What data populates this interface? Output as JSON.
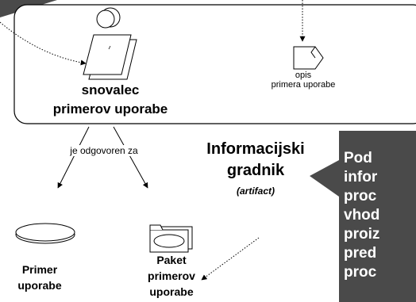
{
  "roles": {
    "use_case_designer": {
      "line1": "snovalec",
      "line2": "primerov uporabe"
    }
  },
  "artifacts": {
    "use_case_description": {
      "line1": "opis",
      "line2": "primera uporabe"
    },
    "use_case": {
      "line1": "Primer",
      "line2": "uporabe"
    },
    "use_case_package": {
      "line1": "Paket",
      "line2": "primerov",
      "line3": "uporabe"
    }
  },
  "relation": {
    "label": "je odgovoren za"
  },
  "legend": {
    "title_line1": "Informacijski",
    "title_line2": "gradnik",
    "subtitle": "(artifact)"
  },
  "callout": {
    "lines": [
      "Pod",
      "infor",
      "proc",
      "vhod",
      "proiz",
      "pred",
      "proc"
    ]
  },
  "colors": {
    "callout_bg": "#4a4a4a",
    "callout_text": "#ffffff",
    "stroke": "#000000"
  }
}
